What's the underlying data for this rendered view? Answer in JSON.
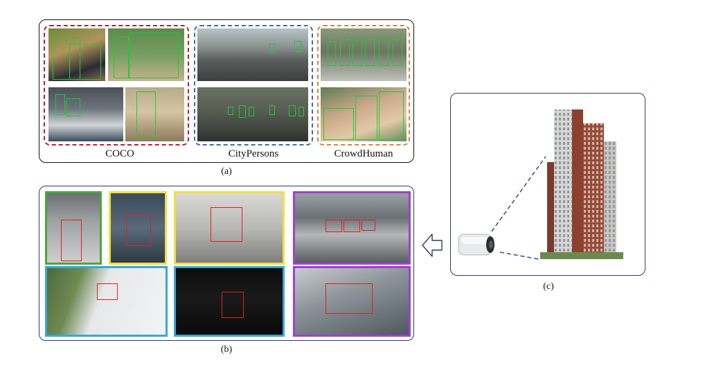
{
  "panel_a": {
    "caption": "(a)",
    "groups": [
      {
        "label": "COCO",
        "color": "#b8222c"
      },
      {
        "label": "CityPersons",
        "color": "#4466b0"
      },
      {
        "label": "CrowdHuman",
        "color": "#e0803a"
      }
    ]
  },
  "panel_b": {
    "caption": "(b)",
    "tile_colors": {
      "green": "#4aa542",
      "yellow": "#f0e040",
      "purple": "#a040d0",
      "cyan": "#3aa7d8"
    }
  },
  "panel_c": {
    "caption": "(c)"
  },
  "colors": {
    "frame": "#2c3c6c",
    "detection_box": "#27c63b",
    "target_box": "#e02020"
  },
  "icons": {
    "camera": "surveillance-camera-icon",
    "arrow": "left-arrow-icon",
    "building": "high-rise-building-icon"
  }
}
